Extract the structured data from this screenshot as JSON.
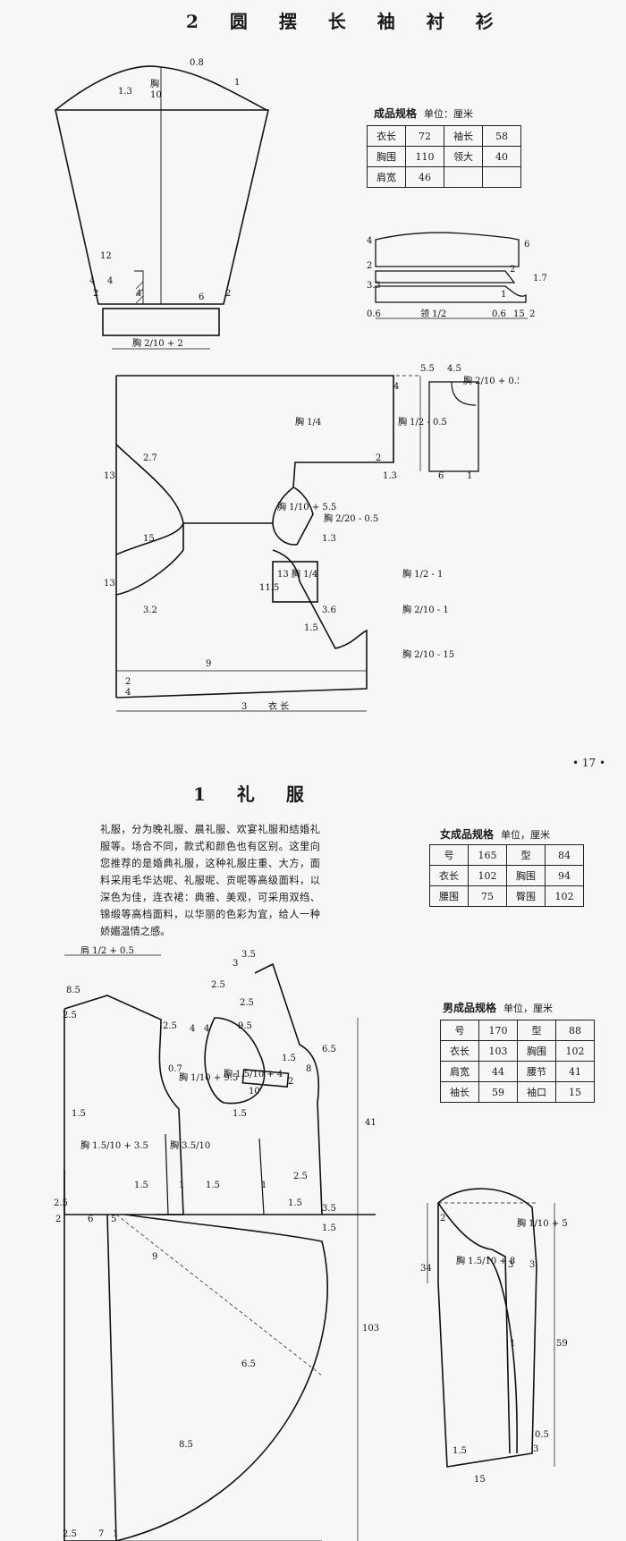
{
  "shirt": {
    "title": "2 圆 摆 长 袖 衬 衫",
    "spec_caption": "成品规格",
    "spec_unit": "单位：厘米",
    "spec_rows": [
      [
        "衣长",
        "72",
        "袖长",
        "58"
      ],
      [
        "胸围",
        "110",
        "领大",
        "40"
      ],
      [
        "肩宽",
        "46",
        "",
        ""
      ]
    ],
    "sleeve_labels": [
      "1.3",
      "0.8",
      "1",
      "胸",
      "10",
      "12",
      "4",
      "4",
      "4",
      "2",
      "6",
      "2",
      "胸 2/10 + 2"
    ],
    "collar_labels": [
      "4",
      "6",
      "2",
      "2",
      "1.7",
      "3.3",
      "1",
      "0.6",
      "领 1/2",
      "0.6",
      "15",
      "2"
    ],
    "body_labels": [
      "2.7",
      "13",
      "15",
      "13",
      "3.2",
      "胸 1/4",
      "2",
      "1.3",
      "胸 1/10 + 5.5",
      "胸 2/20 - 0.5",
      "1.3",
      "13 胸 1/4",
      "11.5",
      "3.6",
      "1.5",
      "胸 1/2 - 1",
      "胸 2/10 - 1",
      "胸 2/10 - 15",
      "9",
      "2",
      "4",
      "3",
      "衣 长",
      "5.5",
      "4.5",
      "胸 2/10 + 0.5",
      "胸 1/2 - 0.5",
      "1",
      "6",
      "4"
    ],
    "page_number": "• 17 •"
  },
  "gown": {
    "title": "1 礼 服",
    "intro": "礼服，分为晚礼服、晨礼服、欢宴礼服和结婚礼服等。场合不同，款式和颜色也有区别。这里向您推荐的是婚典礼服，这种礼服庄重、大方，面料采用毛华达呢、礼服呢、贡呢等高级面料，以深色为佳，连衣裙：典雅、美观，可采用双绉、锦缎等高档面料，以华丽的色彩为宜，给人一种娇媚温情之感。",
    "female_spec": {
      "caption": "女成品规格",
      "unit": "单位，厘米",
      "rows": [
        [
          "号",
          "165",
          "型",
          "84"
        ],
        [
          "衣长",
          "102",
          "胸围",
          "94"
        ],
        [
          "腰围",
          "75",
          "臀围",
          "102"
        ]
      ]
    },
    "male_spec": {
      "caption": "男成品规格",
      "unit": "单位，厘米",
      "rows": [
        [
          "号",
          "170",
          "型",
          "88"
        ],
        [
          "衣长",
          "103",
          "胸围",
          "102"
        ],
        [
          "肩宽",
          "44",
          "腰节",
          "41"
        ],
        [
          "袖长",
          "59",
          "袖口",
          "15"
        ]
      ]
    },
    "coat_labels": [
      "肩 1/2 + 0.5",
      "8.5",
      "2.5",
      "2.5",
      "4",
      "0.7",
      "1.5",
      "胸 1.5/10 + 3.5",
      "胸 3.5/10",
      "2.5",
      "6",
      "5",
      "1.5",
      "9",
      "1.5",
      "1",
      "1",
      "2",
      "7",
      "2.5",
      "1",
      "8.5",
      "6.5",
      "3.5",
      "3",
      "2.5",
      "4",
      "9.5",
      "胸 1/10 + 9.5",
      "胸 1.5/10 + 4",
      "10",
      "2",
      "1.5",
      "8",
      "6.5",
      "41",
      "2.5",
      "1.5",
      "3.5",
      "1.5",
      "103",
      "1.5",
      "2.5"
    ],
    "sleeve_labels": [
      "2",
      "胸 1/10 + 5",
      "34",
      "胸 1.5/10 + 8",
      "3",
      "3",
      "1",
      "59",
      "1.5",
      "15",
      "0.5",
      "3"
    ]
  }
}
